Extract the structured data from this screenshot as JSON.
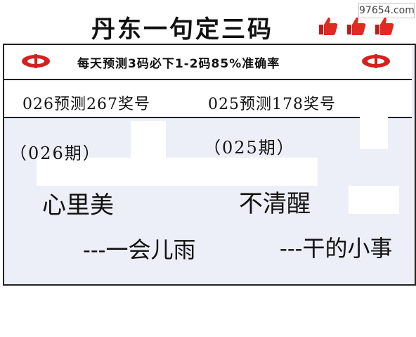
{
  "header": {
    "title": "丹东一句定三码",
    "watermark": "97654.com",
    "thumbs_icons": [
      "thumbs-up-icon",
      "thumbs-up-icon",
      "thumbs-up-icon"
    ]
  },
  "banner": {
    "subtitle": "每天预测3码必下1-2码85%准确率",
    "logo_icon": "lottery-logo-icon",
    "accent_color": "#d6201f"
  },
  "predictions": {
    "left": "026预测267奖号",
    "right": "025预测178奖号"
  },
  "issues": {
    "left": "（026期）",
    "right": "（025期）"
  },
  "riddles": {
    "left_clue": "心里美",
    "left_answer": "---一会儿雨",
    "right_clue": "不清醒",
    "right_answer": "---干的小事"
  }
}
